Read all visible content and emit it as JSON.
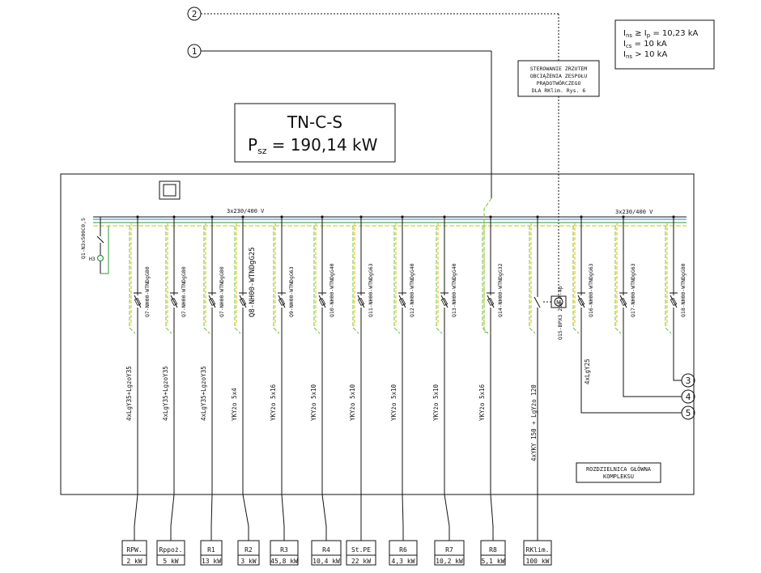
{
  "title_box": {
    "line1": "TN-C-S",
    "p_label": "P",
    "p_sub": "sz",
    "p_value": "= 190,14 kW"
  },
  "info_box": {
    "l1_main": "I",
    "l1_sub": "ns",
    "l1_rest": " ≥ I",
    "l1_sub2": "p",
    "l1_val": " = 10,23 kA",
    "l2_main": "I",
    "l2_sub": "cs",
    "l2_val": " = 10 kA",
    "l3_main": "I",
    "l3_sub": "ns",
    "l3_val": " > 10 kA"
  },
  "control_note": [
    "STEROWANIE ZRZUTEM",
    "OBCIĄŻENIA ZESPOŁU",
    "PRĄDOTWÓRCZEGO",
    "DLA RKlim. Rys. 6"
  ],
  "refs": {
    "r1": "1",
    "r2": "2",
    "r3": "3",
    "r4": "4",
    "r5": "5"
  },
  "bus_labels": {
    "left": "3x230/400  V",
    "right": "3x230/400  V"
  },
  "left_switch": {
    "label": "Q1-N3x500C0,5",
    "lamp": "H3"
  },
  "board_name": [
    "ROZDZIELNICA GŁÓWNA",
    "KOMPLEKSU"
  ],
  "branches": [
    {
      "q": "Q7-NH00-WTNDgG80",
      "cable": "4xLgY35+LgzoY35",
      "dest": "RPW.",
      "power": "2 kW"
    },
    {
      "q": "Q7-NH00-WTNDgG80",
      "cable": "4xLgY35+LgzoY35",
      "dest": "Rppoż.",
      "power": "5 kW"
    },
    {
      "q": "Q7-NH00-WTNDgG80",
      "cable": "4xLgY35+LgzoY35",
      "dest": "R1",
      "power": "13 kW"
    },
    {
      "q": "Q8-NH00-WTNDgG25",
      "cable": "YKYżo 5x4",
      "dest": "R2",
      "power": "3 kW"
    },
    {
      "q": "Q9-NH00-WTNDgG63",
      "cable": "YKYżo 5x16",
      "dest": "R3",
      "power": "45,8 kW"
    },
    {
      "q": "Q10-NH00-WTNDgG40",
      "cable": "YKYżo 5x10",
      "dest": "R4",
      "power": "10,4 kW"
    },
    {
      "q": "Q11-NH00-WTNDgG63",
      "cable": "YKYżo 5x10",
      "dest": "St.PE",
      "power": "22 kW"
    },
    {
      "q": "Q12-NH00-WTNDgG40",
      "cable": "YKYżo 5x10",
      "dest": "R6",
      "power": "4,3 kW"
    },
    {
      "q": "Q13-NH00-WTNDgG40",
      "cable": "YKYżo 5x10",
      "dest": "R7",
      "power": "10,2 kW"
    },
    {
      "q": "Q14-NH00-WTNDgG32",
      "cable": "YKYżo 5x16",
      "dest": "R8",
      "power": "5,1 kW"
    },
    {
      "q": "Q15-BPX3 250 A-4p",
      "cable": "4xYKY 150 + LgYżo 120",
      "dest": "RKlim.",
      "power": "100 kW"
    },
    {
      "q": "Q16-NH00-WTNDgG63",
      "cable": "4xLgY25",
      "dest": "",
      "power": ""
    },
    {
      "q": "Q17-NH00-WTNDgG63",
      "cable": "",
      "dest": "",
      "power": ""
    },
    {
      "q": "Q18-NH00-WTNDgG80",
      "cable": "",
      "dest": "",
      "power": ""
    }
  ],
  "colors": {
    "line": "#111111",
    "bus_blue": "#3a6fd8",
    "bus_yellow": "#d8c200",
    "bus_green": "#2e9a3a",
    "pe_green": "#7abf3a"
  }
}
